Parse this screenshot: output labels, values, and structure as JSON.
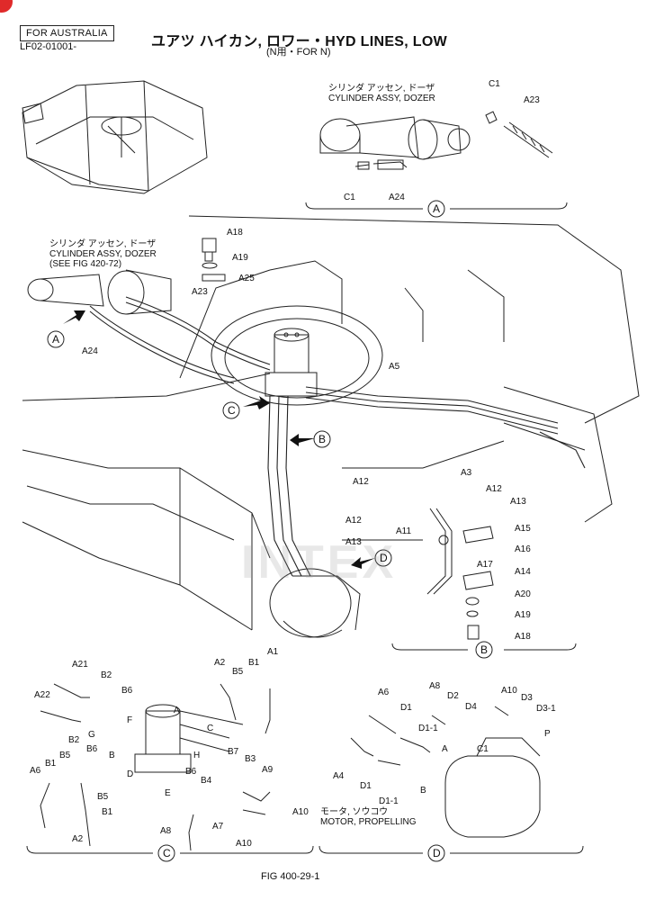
{
  "header": {
    "region_tag": "FOR AUSTRALIA",
    "serial": "LF02-01001-",
    "title": "ユアツ ハイカン, ロワー・HYD LINES, LOW",
    "subtitle": "(N用・FOR N)"
  },
  "footer": {
    "figure_ref": "FIG 400-29-1"
  },
  "watermark": {
    "text": "INTEX",
    "color": "#e8a0a0"
  },
  "callouts": {
    "A": "A",
    "B": "B",
    "C": "C",
    "D": "D"
  },
  "captions": {
    "cyl_jp": "シリンダ アッセン, ドーザ",
    "cyl_en": "CYLINDER ASSY, DOZER",
    "cyl_ref": "(SEE FIG 420-72)",
    "motor_jp": "モータ, ソウコウ",
    "motor_en": "MOTOR, PROPELLING"
  },
  "detail_a_labels": [
    "C1",
    "A23",
    "C1",
    "A24"
  ],
  "main_labels": [
    "A18",
    "A19",
    "A25",
    "A23",
    "A24",
    "A5",
    "A12",
    "A3",
    "A12",
    "A13",
    "A12",
    "A13"
  ],
  "detail_b_labels": [
    "A11",
    "A15",
    "A16",
    "A17",
    "A14",
    "A20",
    "A19",
    "A18"
  ],
  "detail_c_labels": [
    "A21",
    "B2",
    "A22",
    "B6",
    "B2",
    "B6",
    "B5",
    "B1",
    "A6",
    "B5",
    "B1",
    "A2",
    "A2",
    "B5",
    "B1",
    "A1",
    "B3",
    "A9",
    "B7",
    "B6",
    "B4",
    "A7",
    "A8",
    "A10",
    "A10",
    "F",
    "A",
    "C",
    "G",
    "B",
    "H",
    "D",
    "E"
  ],
  "detail_d_labels": [
    "A6",
    "A8",
    "D1",
    "D2",
    "D4",
    "A10",
    "D3",
    "D3-1",
    "D1-1",
    "A",
    "C1",
    "P",
    "A4",
    "D1",
    "D1-1",
    "B"
  ]
}
